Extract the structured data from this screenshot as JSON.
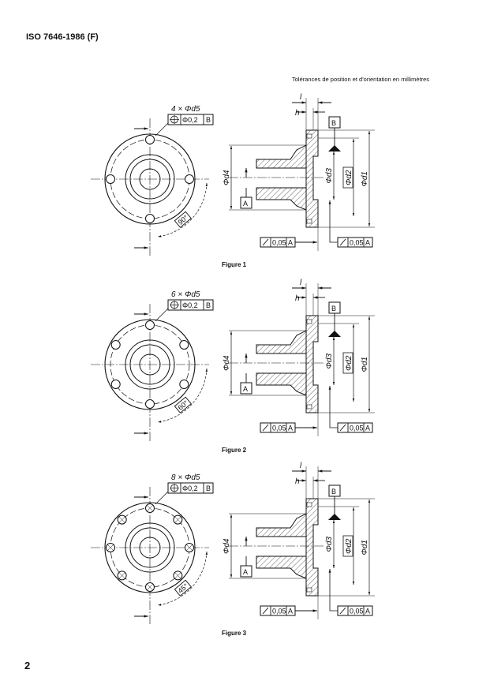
{
  "header": {
    "standard": "ISO 7646-1986 (F)"
  },
  "units_note": "Tolérances de position et d'orientation en millimètres",
  "page_number": "2",
  "figures": [
    {
      "caption": "Figure 1",
      "hole_count": 4,
      "hole_label": "4 × Φd5",
      "position_tolerance": "Φ0,2",
      "position_datum": "B",
      "angle": "90°",
      "dims": {
        "l": "l",
        "h": "h",
        "d4": "Φd4",
        "d3": "Φd3",
        "d2": "Φd2",
        "d1": "Φd1"
      },
      "datum_a": "A",
      "datum_b": "B",
      "runout_1": {
        "value": "0,05",
        "datum": "A"
      },
      "runout_2": {
        "value": "0,05",
        "datum": "A"
      }
    },
    {
      "caption": "Figure 2",
      "hole_count": 6,
      "hole_label": "6 × Φd5",
      "position_tolerance": "Φ0,2",
      "position_datum": "B",
      "angle": "60°",
      "dims": {
        "l": "l",
        "h": "h",
        "d4": "Φd4",
        "d3": "Φd3",
        "d2": "Φd2",
        "d1": "Φd1"
      },
      "datum_a": "A",
      "datum_b": "B",
      "runout_1": {
        "value": "0,05",
        "datum": "A"
      },
      "runout_2": {
        "value": "0,05",
        "datum": "A"
      }
    },
    {
      "caption": "Figure 3",
      "hole_count": 8,
      "hole_label": "8 × Φd5",
      "position_tolerance": "Φ0,2",
      "position_datum": "B",
      "angle": "45°",
      "dims": {
        "l": "l",
        "h": "h",
        "d4": "Φd4",
        "d3": "Φd3",
        "d2": "Φd2",
        "d1": "Φd1"
      },
      "datum_a": "A",
      "datum_b": "B",
      "runout_1": {
        "value": "0,05",
        "datum": "A"
      },
      "runout_2": {
        "value": "0,05",
        "datum": "A"
      }
    }
  ]
}
